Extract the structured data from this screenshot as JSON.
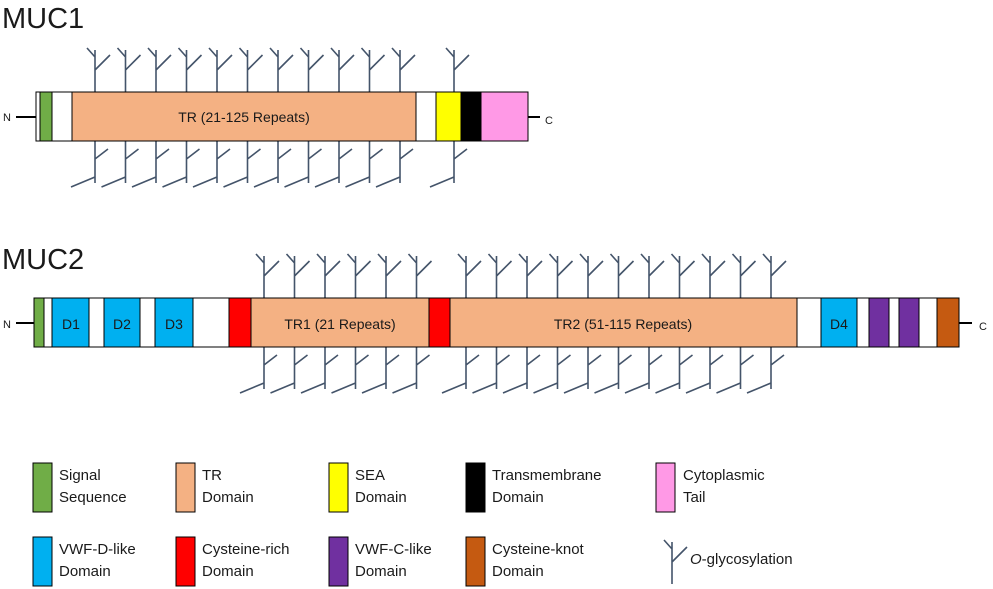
{
  "colors": {
    "signal": "#70ad47",
    "tr": "#f4b183",
    "sea": "#ffff00",
    "transmembrane": "#000000",
    "cytoplasmic": "#ff99e6",
    "vwfd": "#00b0f0",
    "cysrich": "#ff0000",
    "vwfc": "#7030a0",
    "cysknot": "#c55a11",
    "spacer": "#ffffff",
    "glycan": "#44546a"
  },
  "muc1": {
    "title": "MUC1",
    "n_terminus": "N",
    "c_terminus": "C",
    "segments": [
      {
        "domain": "spacer",
        "label": ""
      },
      {
        "domain": "signal",
        "label": ""
      },
      {
        "domain": "spacer",
        "label": ""
      },
      {
        "domain": "tr",
        "label": "TR (21-125 Repeats)"
      },
      {
        "domain": "spacer",
        "label": ""
      },
      {
        "domain": "sea",
        "label": ""
      },
      {
        "domain": "transmembrane",
        "label": ""
      },
      {
        "domain": "cytoplasmic",
        "label": ""
      }
    ]
  },
  "muc2": {
    "title": "MUC2",
    "n_terminus": "N",
    "c_terminus": "C",
    "segments": [
      {
        "domain": "signal",
        "label": ""
      },
      {
        "domain": "spacer",
        "label": ""
      },
      {
        "domain": "vwfd",
        "label": "D1"
      },
      {
        "domain": "spacer",
        "label": ""
      },
      {
        "domain": "vwfd",
        "label": "D2"
      },
      {
        "domain": "spacer",
        "label": ""
      },
      {
        "domain": "vwfd",
        "label": "D3"
      },
      {
        "domain": "spacer",
        "label": ""
      },
      {
        "domain": "cysrich",
        "label": ""
      },
      {
        "domain": "tr",
        "label": "TR1 (21 Repeats)"
      },
      {
        "domain": "cysrich",
        "label": ""
      },
      {
        "domain": "tr",
        "label": "TR2 (51-115 Repeats)"
      },
      {
        "domain": "spacer",
        "label": ""
      },
      {
        "domain": "vwfd",
        "label": "D4"
      },
      {
        "domain": "spacer",
        "label": ""
      },
      {
        "domain": "vwfc",
        "label": ""
      },
      {
        "domain": "spacer",
        "label": ""
      },
      {
        "domain": "vwfc",
        "label": ""
      },
      {
        "domain": "spacer",
        "label": ""
      },
      {
        "domain": "cysknot",
        "label": ""
      }
    ]
  },
  "legend": [
    {
      "domain": "signal",
      "lines": [
        "Signal",
        "Sequence"
      ]
    },
    {
      "domain": "tr",
      "lines": [
        "TR",
        "Domain"
      ]
    },
    {
      "domain": "sea",
      "lines": [
        "SEA",
        "Domain"
      ]
    },
    {
      "domain": "transmembrane",
      "lines": [
        "Transmembrane",
        "Domain"
      ]
    },
    {
      "domain": "cytoplasmic",
      "lines": [
        "Cytoplasmic",
        "Tail"
      ]
    },
    {
      "domain": "vwfd",
      "lines": [
        "VWF-D-like",
        "Domain"
      ]
    },
    {
      "domain": "cysrich",
      "lines": [
        "Cysteine-rich",
        "Domain"
      ]
    },
    {
      "domain": "vwfc",
      "lines": [
        "VWF-C-like",
        "Domain"
      ]
    },
    {
      "domain": "cysknot",
      "lines": [
        "Cysteine-knot",
        "Domain"
      ]
    }
  ],
  "glycosylation_legend": {
    "prefix": "O",
    "suffix": "-glycosylation"
  }
}
